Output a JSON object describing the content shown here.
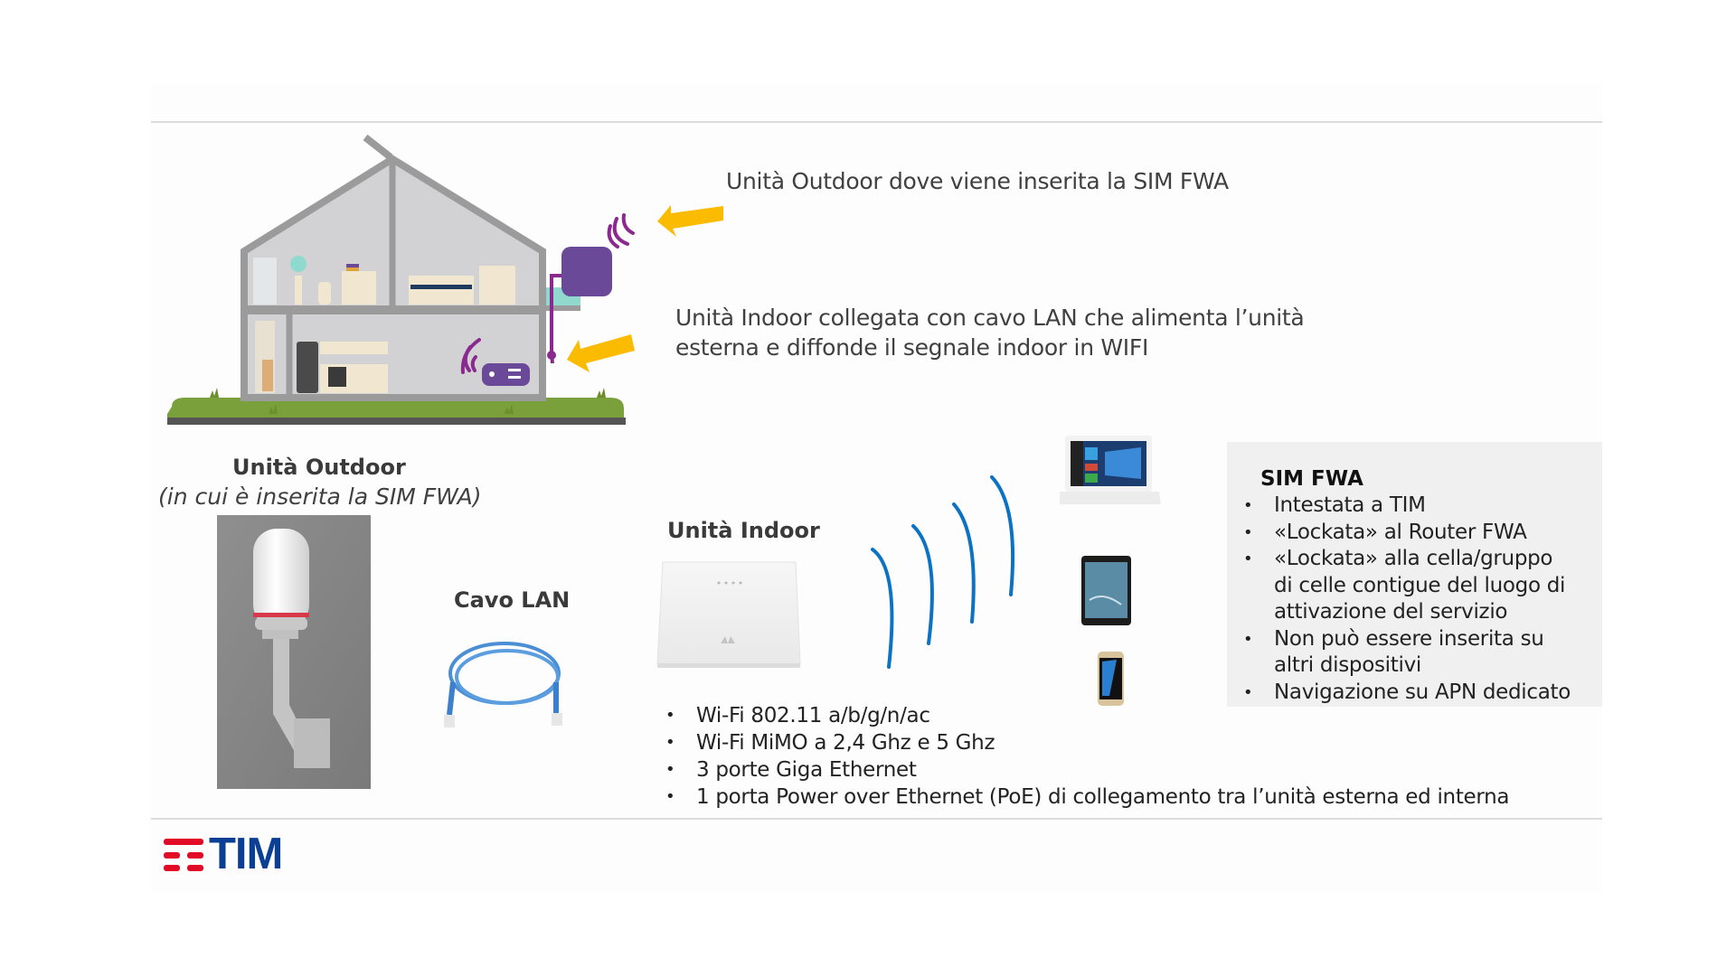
{
  "callouts": {
    "outdoor": "Unità Outdoor dove viene inserita la SIM FWA",
    "indoor_line1": "Unità Indoor collegata con cavo LAN che alimenta l’unità",
    "indoor_line2": "esterna e diffonde il segnale indoor in WIFI"
  },
  "outdoor_unit": {
    "title": "Unità Outdoor",
    "subtitle": "(in cui è inserita la SIM FWA)"
  },
  "cable": {
    "title": "Cavo LAN"
  },
  "indoor_unit": {
    "title": "Unità Indoor",
    "features": [
      "Wi-Fi 802.11 a/b/g/n/ac",
      "Wi-Fi MiMO a 2,4 Ghz e 5 Ghz",
      "3 porte Giga Ethernet",
      "1 porta Power over Ethernet (PoE) di collegamento tra l’unità esterna ed interna"
    ]
  },
  "sim_box": {
    "title": "SIM FWA",
    "items": [
      "Intestata a TIM",
      "«Lockata» al Router FWA",
      "«Lockata» alla cella/gruppo di celle contigue del luogo di attivazione del servizio",
      "Non può essere inserita su altri dispositivi",
      "Navigazione su APN dedicato"
    ]
  },
  "logo": {
    "text": "TIM",
    "brand_blue": "#0a3f94",
    "brand_red": "#e30a27"
  },
  "colors": {
    "arrow": "#fbbb00",
    "purple": "#6a4a98",
    "wire": "#8a2a8e",
    "wifi_blue": "#0b72c4",
    "grass": "#79a03a"
  }
}
